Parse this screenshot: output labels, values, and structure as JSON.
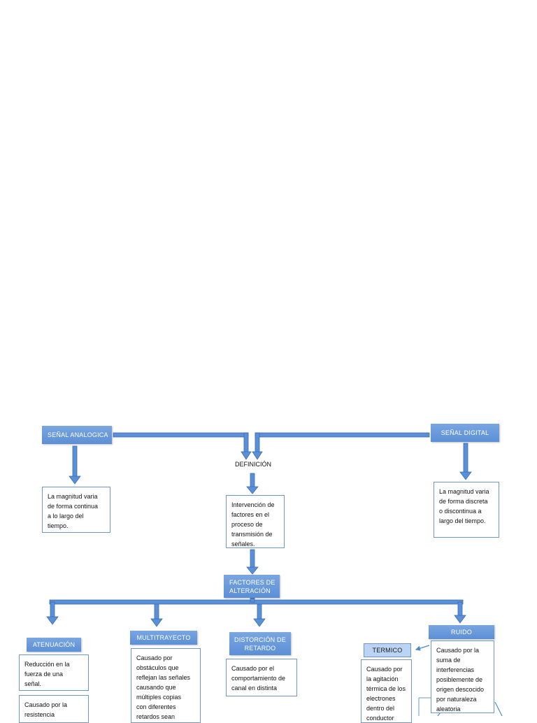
{
  "diagram": {
    "nodes": {
      "senal_analogica": "SEÑAL ANALOGICA",
      "senal_digital": "SEÑAL DIGITAL",
      "definicion": "DEFINICIÓN",
      "analogica_desc": "La magnitud varia\nde forma continua\na lo largo del\ntiempo.",
      "definicion_desc": "Intervención de\nfactores en el\nproceso de\ntransmisión de\nseñales.",
      "digital_desc": "La magnitud varia\nde forma discreta\no discontinua a\nlargo del tiempo.",
      "factores": "FACTORES DE\nALTERACIÓN",
      "atenuacion": "ATENUACIÓN",
      "multitrayecto": "MULTITRAYECTO",
      "distorcion": "DISTORCIÓN DE\nRETARDO",
      "ruido": "RUIDO",
      "termico": "TERMICO",
      "atenuacion_desc": "Reducción en la\nfuerza de una\nseñal.",
      "atenuacion_desc2": "Causado por la\nresistencia",
      "multitrayecto_desc": "Causado por\nobstáculos que\nreflejan las señales\ncausando que\nmúltiples copias\ncon diferentes\nretardos sean",
      "distorcion_desc": "Causado por el\ncomportamiento de\ncanal en distinta",
      "ruido_desc": "Causado por la\nsuma de\ninterferencias\nposiblemente de\norigen descocido\npor naturaleza\naleatoria",
      "termico_desc": "Causado por\nla agitación\ntérmica de los\nelectrones\ndentro del\nconductor"
    },
    "colors": {
      "header_fill": "#5b8fd6",
      "connector": "#4f86cf",
      "connector_edge": "#3a6db5",
      "box_border": "#6f95c9",
      "light_header": "#bcd4f3"
    }
  }
}
